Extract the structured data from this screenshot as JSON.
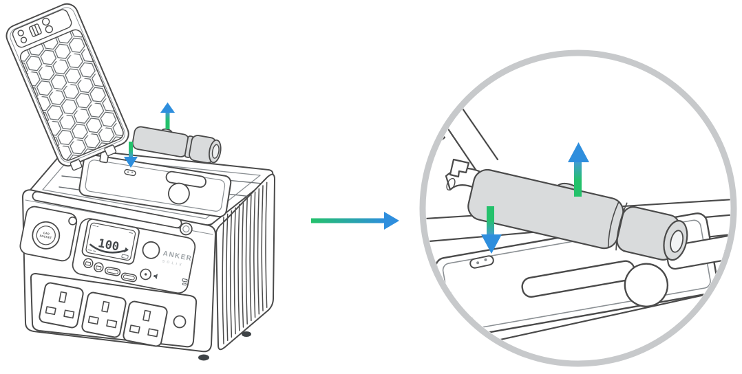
{
  "figure": {
    "title": "Removing the flashlight from the power station top storage compartment",
    "type": "product-instruction-diagram",
    "brand": {
      "name": "ANKER",
      "sub": "SOLIX"
    },
    "labels": {
      "car_line1": "CAR",
      "car_line2": "SOCKET"
    },
    "display": {
      "battery_level": "100"
    },
    "left_view": {
      "device": "portable power station with open honeycomb lid",
      "flashlight": "retractable flashlight resting over top compartment",
      "arrows": [
        "lift-up-arrow",
        "press-down-arrow"
      ],
      "ac_outlet_count": 3,
      "usb_port_count": 4
    },
    "transition": {
      "direction": "left-to-right"
    },
    "detail_view": {
      "shape": "magnifier-circle",
      "content": "flashlight above compartment tray with latch",
      "arrows": [
        "lift-up-arrow",
        "press-down-arrow"
      ]
    },
    "colors": {
      "line": "#4a4a4a",
      "line_light": "#8a8f93",
      "flashlight_fill": "#d9dbdc",
      "arrow_green": "#24c16b",
      "arrow_blue": "#2e8edd",
      "detail_ring_gray": "#c7c9cb",
      "brand_gray": "#9aa0a4"
    }
  }
}
